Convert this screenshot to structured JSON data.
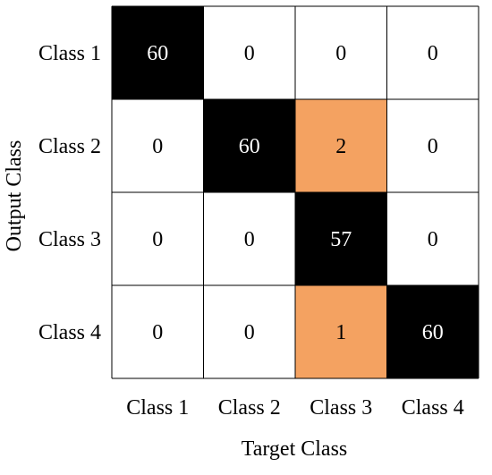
{
  "chart_data": {
    "type": "heatmap",
    "title": "",
    "xlabel": "Target Class",
    "ylabel": "Output Class",
    "x_categories": [
      "Class 1",
      "Class 2",
      "Class 3",
      "Class 4"
    ],
    "y_categories": [
      "Class 1",
      "Class 2",
      "Class 3",
      "Class 4"
    ],
    "values": [
      [
        60,
        0,
        0,
        0
      ],
      [
        0,
        60,
        2,
        0
      ],
      [
        0,
        0,
        57,
        0
      ],
      [
        0,
        0,
        1,
        60
      ]
    ],
    "colors": {
      "diagonal": "#000000",
      "misclassified": "#f4a261",
      "empty": "#ffffff",
      "grid": "#000000",
      "diagonal_text": "#ffffff",
      "text": "#000000"
    },
    "grid": true,
    "legend": "none"
  }
}
